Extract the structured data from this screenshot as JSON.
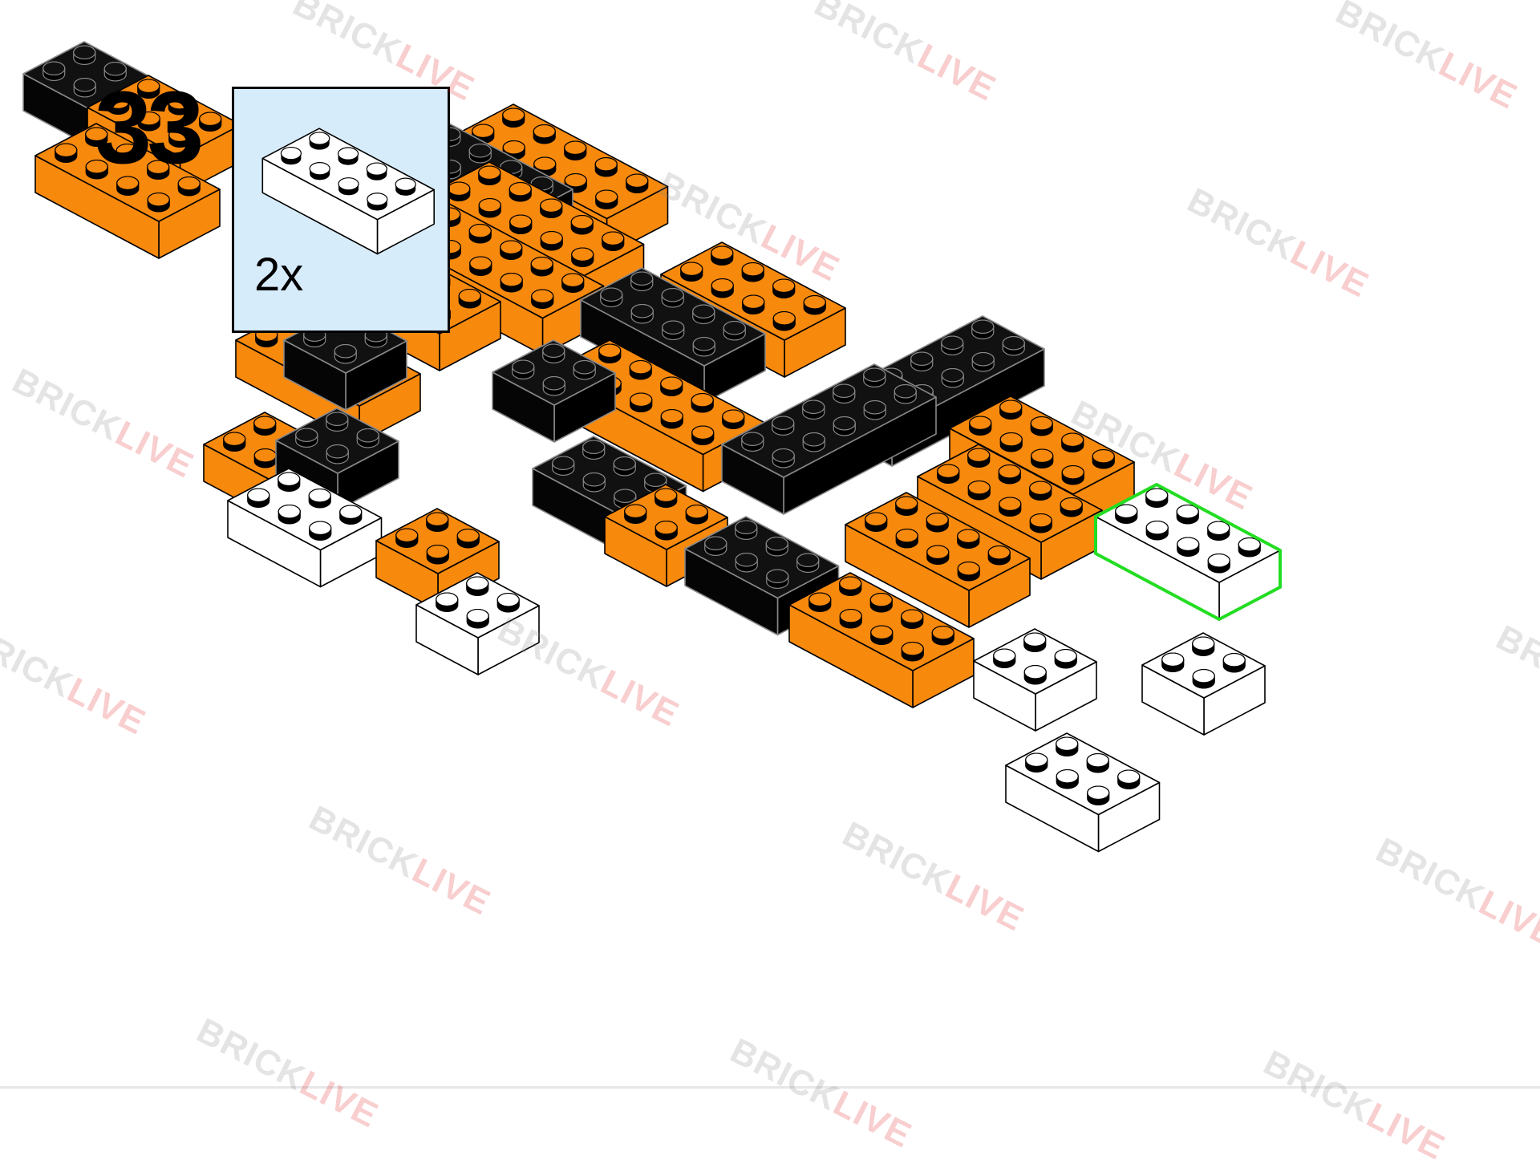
{
  "step": {
    "number": "33"
  },
  "parts_list": [
    {
      "quantity": "2x",
      "part": "brick-2x4",
      "color": "#ffffff"
    }
  ],
  "watermark": {
    "text_a": "BRICK",
    "text_b": "LIVE"
  },
  "colors": {
    "orange": "#f7890d",
    "black": "#0d0d0d",
    "white": "#ffffff",
    "highlight": "#22dd22",
    "callout_bg": "#d7ecfb",
    "watermark_red": "#e0242a"
  }
}
